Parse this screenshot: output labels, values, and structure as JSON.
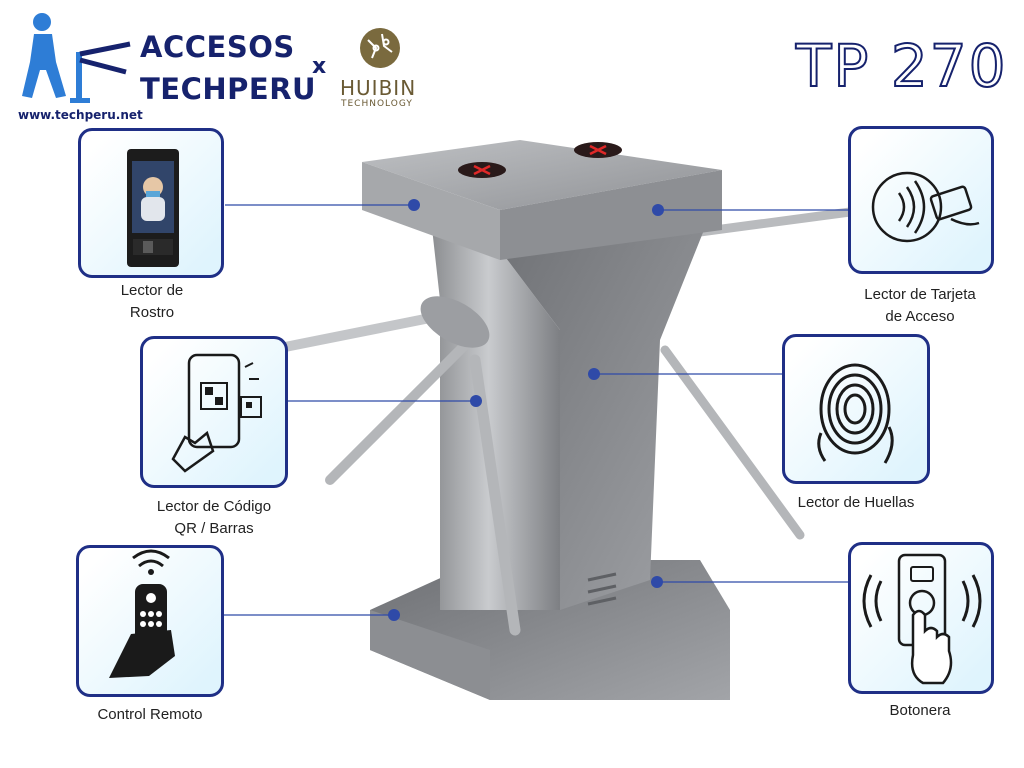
{
  "brand": {
    "line1": "ACCESOS",
    "line2": "TECHPERU",
    "url": "www.techperu.net",
    "separator": "x",
    "partner_name": "HUIBIN",
    "partner_sub": "TECHNOLOGY",
    "model": "TP 270",
    "navy_color": "#16226d",
    "gold_color": "#6a5a34"
  },
  "features": [
    {
      "id": "face",
      "line1": "Lector de",
      "line2": "Rostro",
      "icon": "face-reader-icon"
    },
    {
      "id": "qr",
      "line1": "Lector de Código",
      "line2": "QR / Barras",
      "icon": "qr-scan-icon"
    },
    {
      "id": "remote",
      "line1": "Control Remoto",
      "line2": "",
      "icon": "remote-control-icon"
    },
    {
      "id": "card",
      "line1": "Lector de Tarjeta",
      "line2": "de Acceso",
      "icon": "card-reader-icon"
    },
    {
      "id": "fingerprint",
      "line1": "Lector de Huellas",
      "line2": "",
      "icon": "fingerprint-icon"
    },
    {
      "id": "button",
      "line1": "Botonera",
      "line2": "",
      "icon": "push-button-icon"
    }
  ]
}
